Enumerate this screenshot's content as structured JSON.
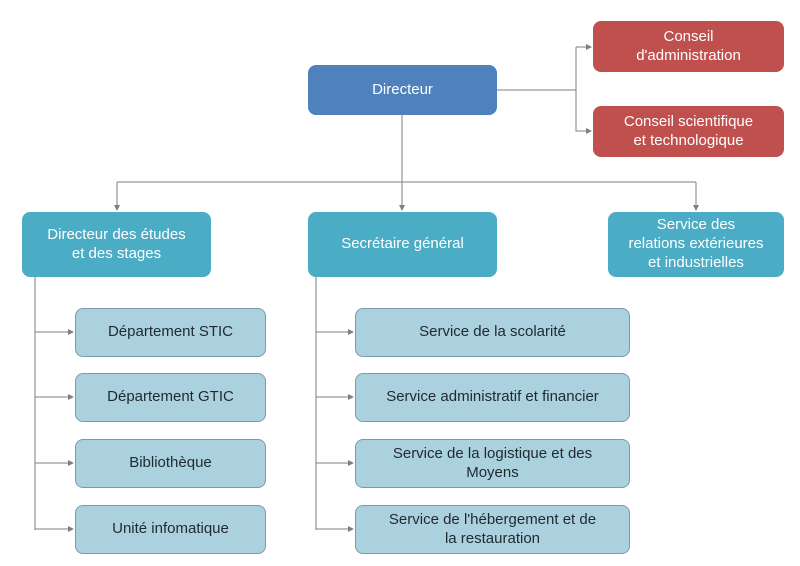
{
  "colors": {
    "director": "#4f81bd",
    "council": "#c0504d",
    "unit": "#4bacc6",
    "sub": "#abd0de",
    "connector": "#7f7f7f"
  },
  "director": {
    "label": "Directeur"
  },
  "councils": [
    {
      "label": "Conseil\nd'administration"
    },
    {
      "label": "Conseil scientifique\net technologique"
    }
  ],
  "units": [
    {
      "label": "Directeur des études\net des stages",
      "children": [
        {
          "label": "Département STIC"
        },
        {
          "label": "Département GTIC"
        },
        {
          "label": "Bibliothèque"
        },
        {
          "label": "Unité infomatique"
        }
      ]
    },
    {
      "label": "Secrétaire général",
      "children": [
        {
          "label": "Service de la scolarité"
        },
        {
          "label": "Service administratif et financier"
        },
        {
          "label": "Service de la logistique et des\nMoyens"
        },
        {
          "label": "Service de l'hébergement et de\nla restauration"
        }
      ]
    },
    {
      "label": "Service des\nrelations extérieures\net industrielles",
      "children": []
    }
  ]
}
